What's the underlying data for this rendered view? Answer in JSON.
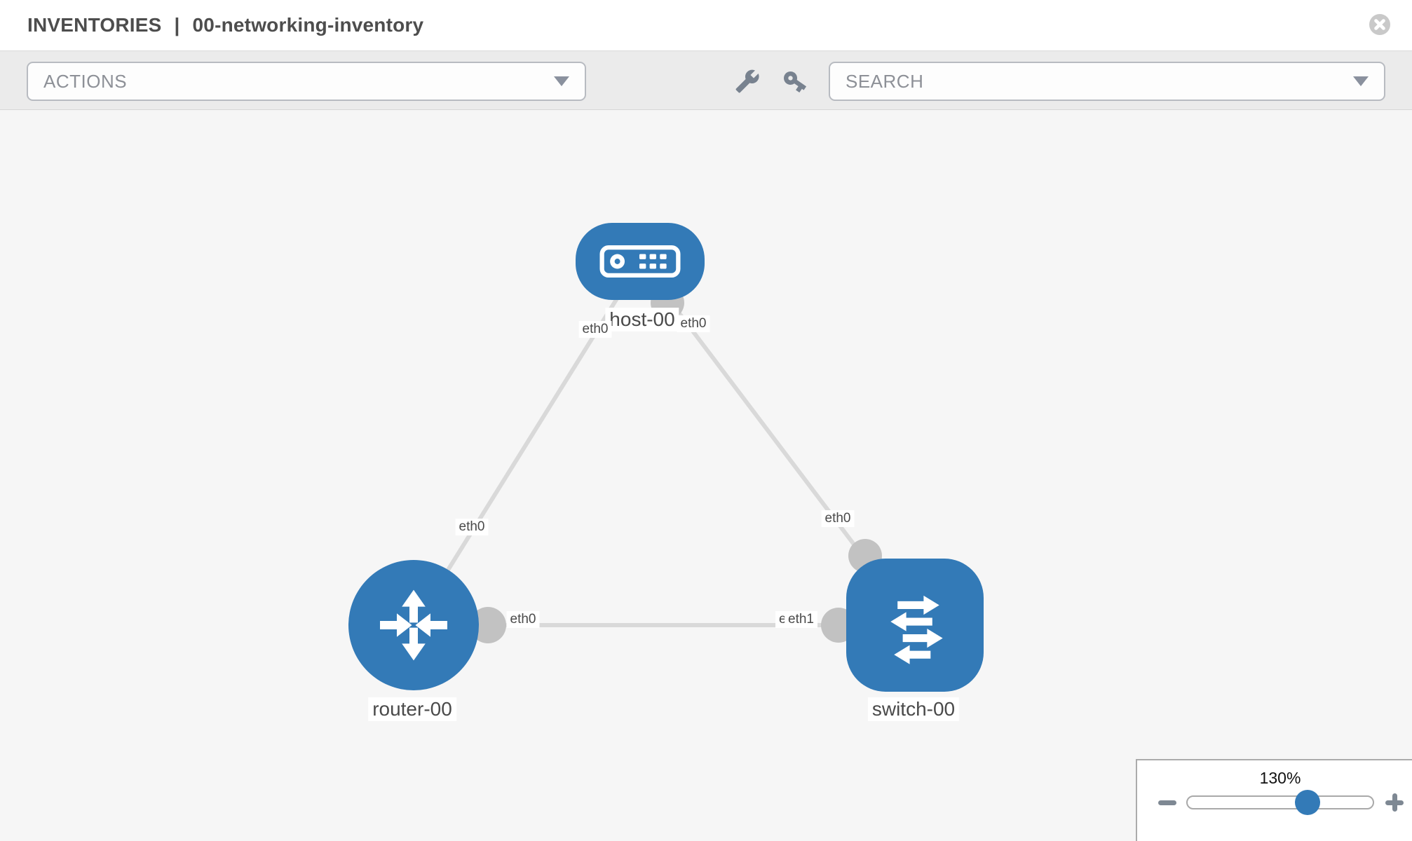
{
  "header": {
    "breadcrumb": "INVENTORIES",
    "separator": "|",
    "inventory_name": "00-networking-inventory"
  },
  "toolbar": {
    "actions_placeholder": "ACTIONS",
    "search_placeholder": "SEARCH",
    "icons": [
      "wrench-icon",
      "key-icon"
    ]
  },
  "topology": {
    "nodes": [
      {
        "id": "host-00",
        "label": "host-00",
        "type": "host"
      },
      {
        "id": "router-00",
        "label": "router-00",
        "type": "router"
      },
      {
        "id": "switch-00",
        "label": "switch-00",
        "type": "switch"
      }
    ],
    "links": [
      {
        "from": "host-00",
        "to": "router-00",
        "from_interface": "eth0",
        "to_interface": "eth0"
      },
      {
        "from": "host-00",
        "to": "switch-00",
        "from_interface": "eth0",
        "to_interface": "eth0"
      },
      {
        "from": "router-00",
        "to": "switch-00",
        "from_interface": "eth0",
        "to_interface": "eth1"
      }
    ],
    "edge_labels": {
      "host_router_host_side": "eth0",
      "host_switch_host_side": "eth0",
      "host_router_router_side": "eth0",
      "host_switch_switch_side": "eth0",
      "router_switch_router_side": "eth0",
      "router_switch_overlap_under": "eth0",
      "router_switch_switch_side": "eth1"
    }
  },
  "zoom_control": {
    "level": "130%"
  },
  "colors": {
    "node_blue": "#337ab7",
    "edge_gray": "#d9d9d9",
    "connector_gray": "#c2c2c2",
    "toolbar_bg": "#ebebeb",
    "canvas_bg": "#f6f6f6"
  }
}
